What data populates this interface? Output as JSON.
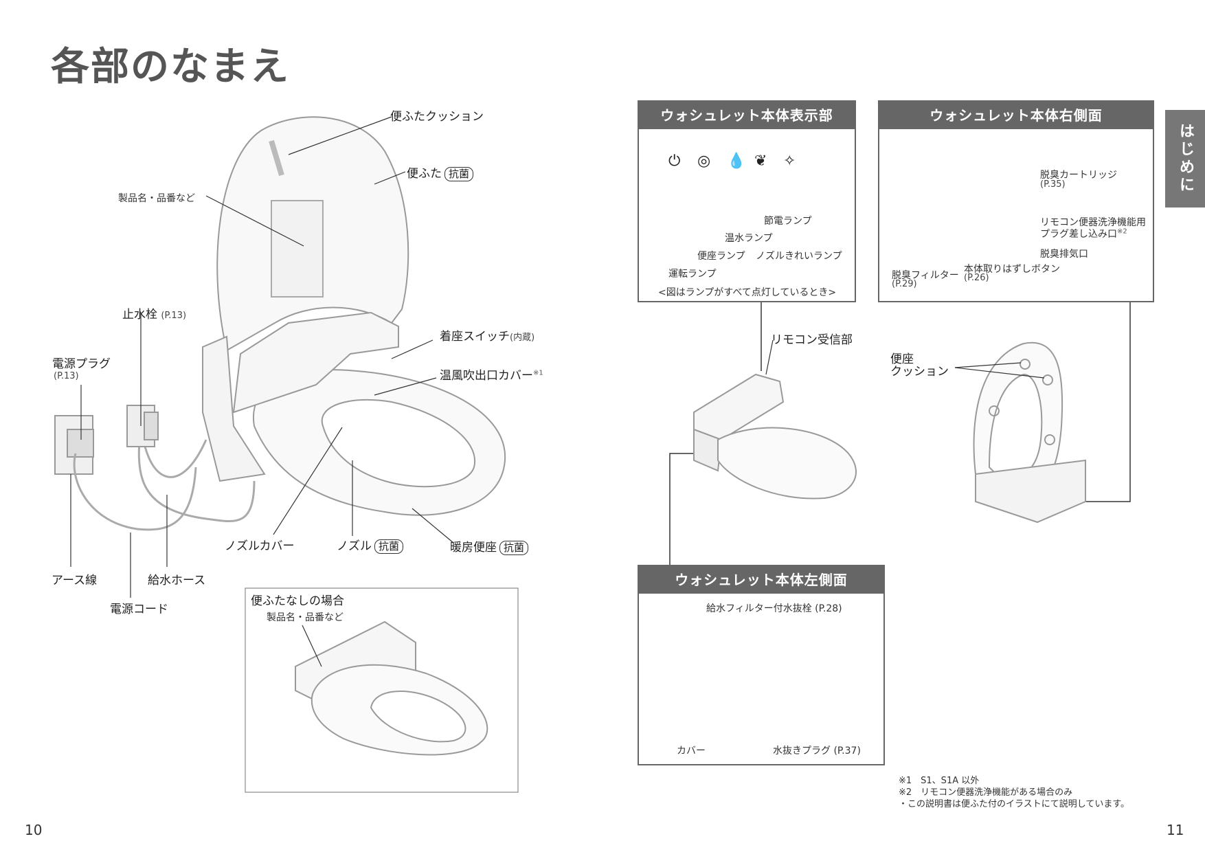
{
  "page_title": "各部のなまえ",
  "side_tab": "はじめに",
  "page_left": "10",
  "page_right": "11",
  "kouken": "抗菌",
  "left_labels": {
    "lid_cushion": "便ふたクッション",
    "lid": "便ふた",
    "product_name": "製品名・品番など",
    "stop_valve": "止水栓",
    "stop_valve_ref": "(P.13)",
    "plug": "電源プラグ",
    "plug_ref": "(P.13)",
    "seat_switch": "着座スイッチ",
    "seat_switch_note": "(内蔵)",
    "warm_air_cover": "温風吹出口カバー",
    "warm_air_mark": "※1",
    "nozzle_cover": "ノズルカバー",
    "nozzle": "ノズル",
    "heated_seat": "暖房便座",
    "earth": "アース線",
    "water_hose": "給水ホース",
    "power_cord": "電源コード"
  },
  "no_lid_box": {
    "title": "便ふたなしの場合",
    "product_name": "製品名・品番など"
  },
  "display_box": {
    "title": "ウォシュレット本体表示部",
    "icons": [
      "power-icon",
      "seat-icon",
      "water-temp-icon",
      "eco-leaf-icon",
      "nozzle-clean-icon"
    ],
    "power_lamp": "運転ランプ",
    "seat_lamp": "便座ランプ",
    "water_lamp": "温水ランプ",
    "eco_lamp": "節電ランプ",
    "nozzle_lamp": "ノズルきれいランプ",
    "caption": "<図はランプがすべて点灯しているとき>"
  },
  "right_side_box": {
    "title": "ウォシュレット本体右側面",
    "cartridge": "脱臭カートリッジ",
    "cartridge_ref": "(P.35)",
    "remote_plug": "リモコン便器洗浄機能用",
    "remote_plug2": "プラグ差し込み口",
    "remote_plug_mark": "※2",
    "exhaust": "脱臭排気口",
    "filter": "脱臭フィルター",
    "filter_ref": "(P.29)",
    "remove_button": "本体取りはずしボタン",
    "remove_button_ref": "(P.26)"
  },
  "remote_receiver": "リモコン受信部",
  "seat_cushion_1": "便座",
  "seat_cushion_2": "クッション",
  "left_side_box": {
    "title": "ウォシュレット本体左側面",
    "filter_plug": "給水フィルター付水抜栓 (P.28)",
    "cover": "カバー",
    "drain_plug": "水抜きプラグ (P.37)"
  },
  "notes": [
    "※1　S1、S1A 以外",
    "※2　リモコン便器洗浄機能がある場合のみ",
    "・この説明書は便ふた付のイラストにて説明しています。"
  ]
}
